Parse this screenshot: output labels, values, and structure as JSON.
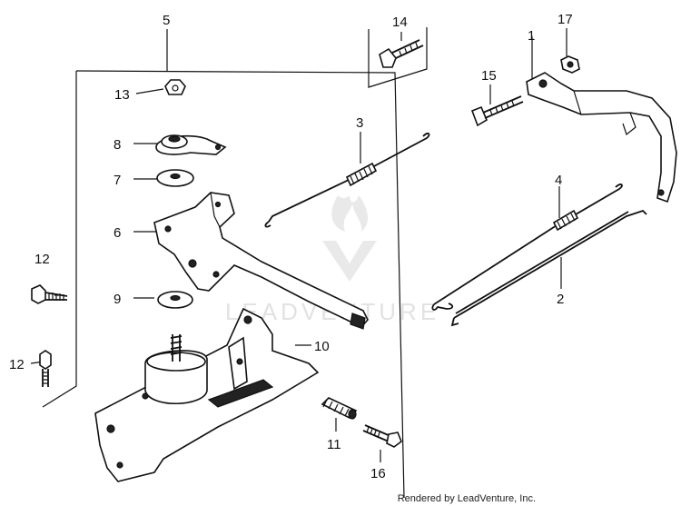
{
  "diagram": {
    "callouts": [
      "1",
      "2",
      "3",
      "4",
      "5",
      "6",
      "7",
      "8",
      "9",
      "10",
      "11",
      "12",
      "12",
      "13",
      "14",
      "15",
      "16",
      "17"
    ]
  },
  "watermark": {
    "text": "LEADVENTURE"
  },
  "credit": {
    "text": "Rendered by LeadVenture, Inc."
  }
}
